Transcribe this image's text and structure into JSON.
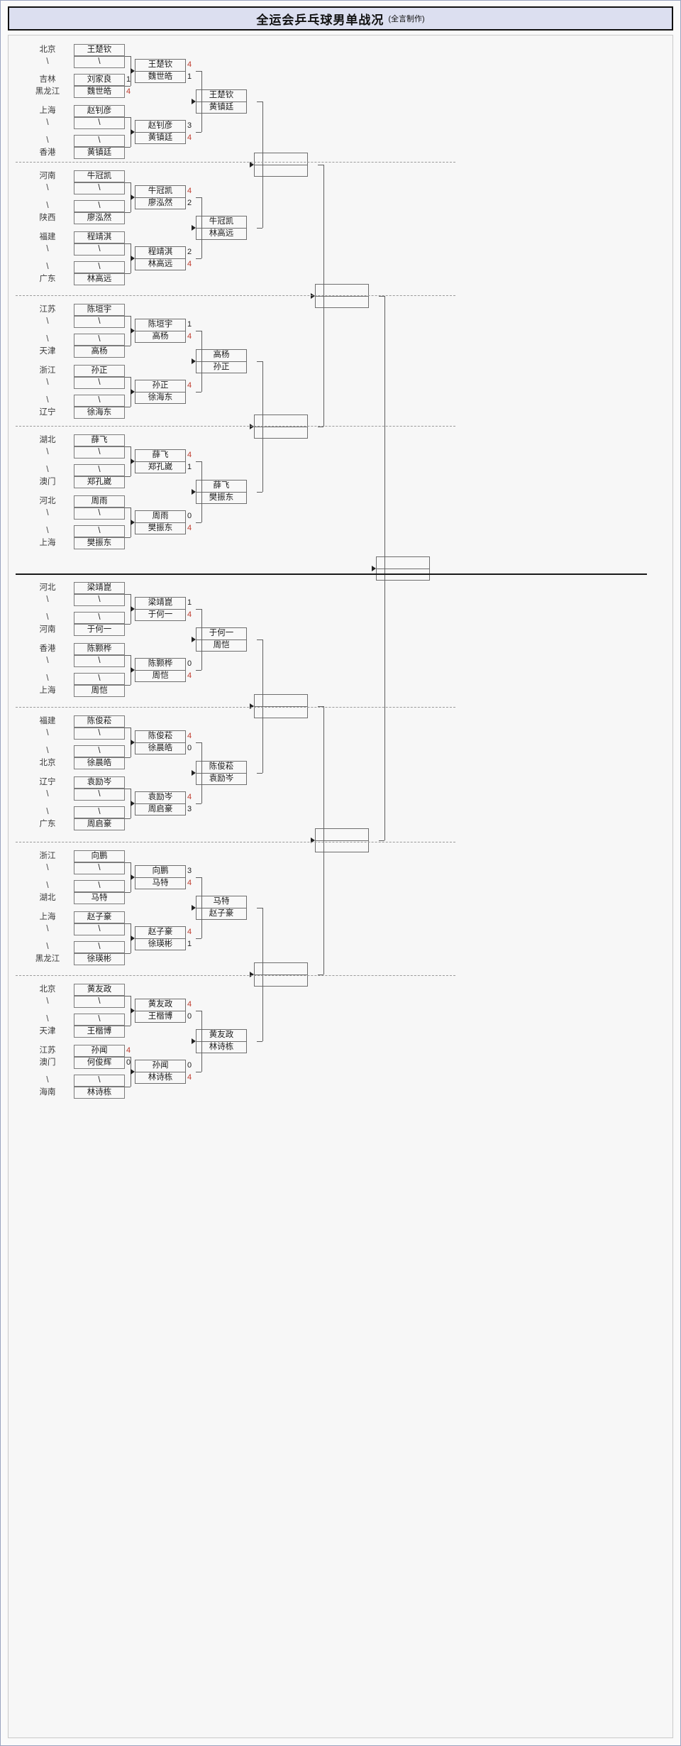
{
  "title": {
    "main": "全运会乒乓球男单战况",
    "sub": "(全言制作)"
  },
  "bracket": {
    "blank_slot": "\\",
    "quarters": [
      {
        "id": "q1",
        "r1": [
          {
            "seed": "北京",
            "seed2": "\\",
            "a": "王楚钦",
            "b": "\\",
            "sa": "",
            "sb": ""
          },
          {
            "seed": "吉林",
            "seed2": "黑龙江",
            "a": "刘家良",
            "b": "魏世皓",
            "sa": "1",
            "sb": "4"
          },
          {
            "seed": "上海",
            "seed2": "\\",
            "a": "赵钊彦",
            "b": "\\",
            "sa": "",
            "sb": ""
          },
          {
            "seed": "\\",
            "seed2": "香港",
            "a": "\\",
            "b": "黄镇廷",
            "sa": "",
            "sb": ""
          }
        ],
        "r2": [
          {
            "a": "王楚钦",
            "b": "魏世皓",
            "sa": "4",
            "sb": "1"
          },
          {
            "a": "赵钊彦",
            "b": "黄镇廷",
            "sa": "3",
            "sb": "4"
          }
        ],
        "r3": {
          "a": "王楚钦",
          "b": "黄镇廷",
          "sa": "",
          "sb": ""
        }
      },
      {
        "id": "q2",
        "r1": [
          {
            "seed": "河南",
            "seed2": "\\",
            "a": "牛冠凯",
            "b": "\\",
            "sa": "",
            "sb": ""
          },
          {
            "seed": "\\",
            "seed2": "陕西",
            "a": "\\",
            "b": "廖泓然",
            "sa": "",
            "sb": ""
          },
          {
            "seed": "福建",
            "seed2": "\\",
            "a": "程靖淇",
            "b": "\\",
            "sa": "",
            "sb": ""
          },
          {
            "seed": "\\",
            "seed2": "广东",
            "a": "\\",
            "b": "林高远",
            "sa": "",
            "sb": ""
          }
        ],
        "r2": [
          {
            "a": "牛冠凯",
            "b": "廖泓然",
            "sa": "4",
            "sb": "2"
          },
          {
            "a": "程靖淇",
            "b": "林高远",
            "sa": "2",
            "sb": "4"
          }
        ],
        "r3": {
          "a": "牛冠凯",
          "b": "林高远",
          "sa": "",
          "sb": ""
        }
      },
      {
        "id": "q3",
        "r1": [
          {
            "seed": "江苏",
            "seed2": "\\",
            "a": "陈垣宇",
            "b": "\\",
            "sa": "",
            "sb": ""
          },
          {
            "seed": "\\",
            "seed2": "天津",
            "a": "\\",
            "b": "高杨",
            "sa": "",
            "sb": ""
          },
          {
            "seed": "浙江",
            "seed2": "\\",
            "a": "孙正",
            "b": "\\",
            "sa": "",
            "sb": ""
          },
          {
            "seed": "\\",
            "seed2": "辽宁",
            "a": "\\",
            "b": "徐海东",
            "sa": "",
            "sb": ""
          }
        ],
        "r2": [
          {
            "a": "陈垣宇",
            "b": "高杨",
            "sa": "1",
            "sb": "4"
          },
          {
            "a": "孙正",
            "b": "徐海东",
            "sa": "4",
            "sb": ""
          }
        ],
        "r3": {
          "a": "高杨",
          "b": "孙正",
          "sa": "",
          "sb": ""
        }
      },
      {
        "id": "q4",
        "r1": [
          {
            "seed": "湖北",
            "seed2": "\\",
            "a": "薛飞",
            "b": "\\",
            "sa": "",
            "sb": ""
          },
          {
            "seed": "\\",
            "seed2": "澳门",
            "a": "\\",
            "b": "郑孔崴",
            "sa": "",
            "sb": ""
          },
          {
            "seed": "河北",
            "seed2": "\\",
            "a": "周雨",
            "b": "\\",
            "sa": "",
            "sb": ""
          },
          {
            "seed": "\\",
            "seed2": "上海",
            "a": "\\",
            "b": "樊振东",
            "sa": "",
            "sb": ""
          }
        ],
        "r2": [
          {
            "a": "薛飞",
            "b": "郑孔崴",
            "sa": "4",
            "sb": "1"
          },
          {
            "a": "周雨",
            "b": "樊振东",
            "sa": "0",
            "sb": "4"
          }
        ],
        "r3": {
          "a": "薛飞",
          "b": "樊振东",
          "sa": "",
          "sb": ""
        }
      },
      {
        "id": "q5",
        "r1": [
          {
            "seed": "河北",
            "seed2": "\\",
            "a": "梁靖崑",
            "b": "\\",
            "sa": "",
            "sb": ""
          },
          {
            "seed": "\\",
            "seed2": "河南",
            "a": "\\",
            "b": "于何一",
            "sa": "",
            "sb": ""
          },
          {
            "seed": "香港",
            "seed2": "\\",
            "a": "陈颢桦",
            "b": "\\",
            "sa": "",
            "sb": ""
          },
          {
            "seed": "\\",
            "seed2": "上海",
            "a": "\\",
            "b": "周恺",
            "sa": "",
            "sb": ""
          }
        ],
        "r2": [
          {
            "a": "梁靖崑",
            "b": "于何一",
            "sa": "1",
            "sb": "4"
          },
          {
            "a": "陈颢桦",
            "b": "周恺",
            "sa": "0",
            "sb": "4"
          }
        ],
        "r3": {
          "a": "于何一",
          "b": "周恺",
          "sa": "",
          "sb": ""
        }
      },
      {
        "id": "q6",
        "r1": [
          {
            "seed": "福建",
            "seed2": "\\",
            "a": "陈俊菘",
            "b": "\\",
            "sa": "",
            "sb": ""
          },
          {
            "seed": "\\",
            "seed2": "北京",
            "a": "\\",
            "b": "徐晨皓",
            "sa": "",
            "sb": ""
          },
          {
            "seed": "辽宁",
            "seed2": "\\",
            "a": "袁励岑",
            "b": "\\",
            "sa": "",
            "sb": ""
          },
          {
            "seed": "\\",
            "seed2": "广东",
            "a": "\\",
            "b": "周启豪",
            "sa": "",
            "sb": ""
          }
        ],
        "r2": [
          {
            "a": "陈俊菘",
            "b": "徐晨皓",
            "sa": "4",
            "sb": "0"
          },
          {
            "a": "袁励岑",
            "b": "周启豪",
            "sa": "4",
            "sb": "3"
          }
        ],
        "r3": {
          "a": "陈俊菘",
          "b": "袁励岑",
          "sa": "",
          "sb": ""
        }
      },
      {
        "id": "q7",
        "r1": [
          {
            "seed": "浙江",
            "seed2": "\\",
            "a": "向鹏",
            "b": "\\",
            "sa": "",
            "sb": ""
          },
          {
            "seed": "\\",
            "seed2": "湖北",
            "a": "\\",
            "b": "马特",
            "sa": "",
            "sb": ""
          },
          {
            "seed": "上海",
            "seed2": "\\",
            "a": "赵子豪",
            "b": "\\",
            "sa": "",
            "sb": ""
          },
          {
            "seed": "\\",
            "seed2": "黑龙江",
            "a": "\\",
            "b": "徐瑛彬",
            "sa": "",
            "sb": ""
          }
        ],
        "r2": [
          {
            "a": "向鹏",
            "b": "马特",
            "sa": "3",
            "sb": "4"
          },
          {
            "a": "赵子豪",
            "b": "徐瑛彬",
            "sa": "4",
            "sb": "1"
          }
        ],
        "r3": {
          "a": "马特",
          "b": "赵子豪",
          "sa": "",
          "sb": ""
        }
      },
      {
        "id": "q8",
        "r1": [
          {
            "seed": "北京",
            "seed2": "\\",
            "a": "黄友政",
            "b": "\\",
            "sa": "",
            "sb": ""
          },
          {
            "seed": "\\",
            "seed2": "天津",
            "a": "\\",
            "b": "王楷博",
            "sa": "",
            "sb": ""
          },
          {
            "seed": "江苏",
            "seed2": "澳门",
            "a": "孙闻",
            "b": "何俊辉",
            "sa": "4",
            "sb": "0"
          },
          {
            "seed": "\\",
            "seed2": "海南",
            "a": "\\",
            "b": "林诗栋",
            "sa": "",
            "sb": ""
          }
        ],
        "r2": [
          {
            "a": "黄友政",
            "b": "王楷博",
            "sa": "4",
            "sb": "0"
          },
          {
            "a": "孙闻",
            "b": "林诗栋",
            "sa": "0",
            "sb": "4"
          }
        ],
        "r3": {
          "a": "黄友政",
          "b": "林诗栋",
          "sa": "",
          "sb": ""
        }
      }
    ],
    "r4": [
      {
        "id": "r4a",
        "a": "",
        "b": ""
      },
      {
        "id": "r4b",
        "a": "",
        "b": ""
      },
      {
        "id": "r4c",
        "a": "",
        "b": ""
      },
      {
        "id": "r4d",
        "a": "",
        "b": ""
      }
    ],
    "r5": [
      {
        "id": "r5a",
        "a": "",
        "b": ""
      },
      {
        "id": "r5b",
        "a": "",
        "b": ""
      }
    ],
    "final": {
      "id": "final",
      "a": "",
      "b": ""
    }
  }
}
